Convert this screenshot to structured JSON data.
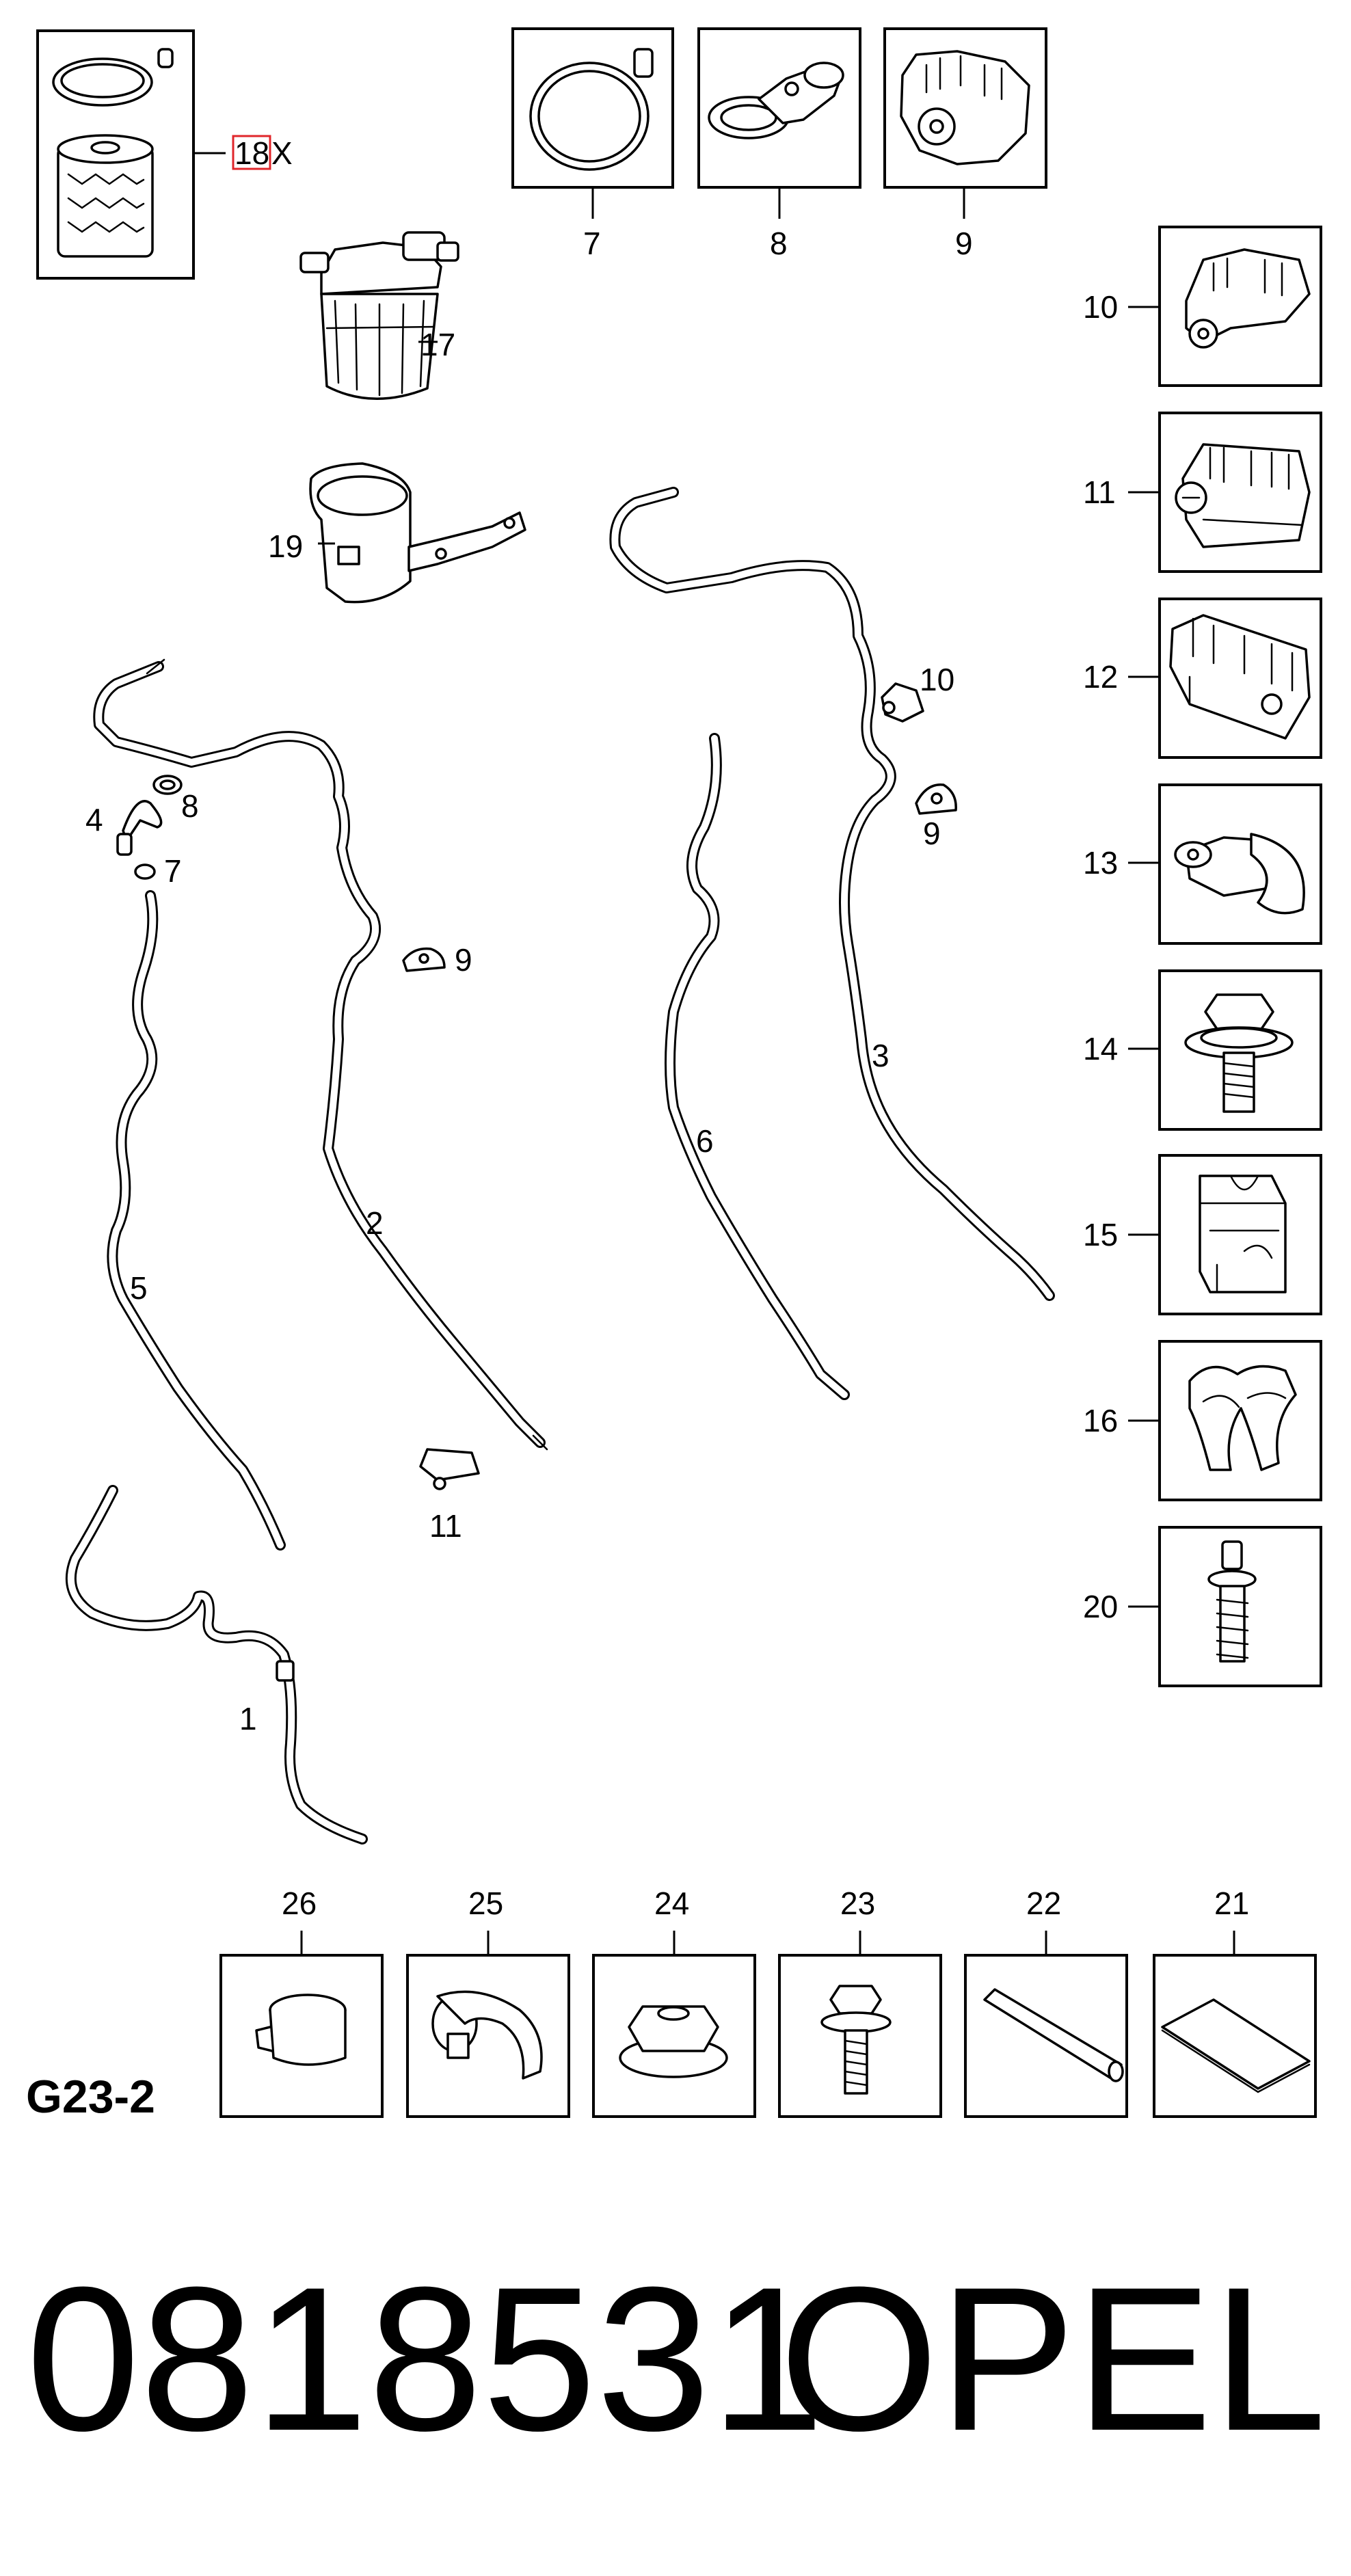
{
  "diagram": {
    "code": "G23-2",
    "callouts": {
      "hose_1": "1",
      "hose_2": "2",
      "hose_3": "3",
      "ring_4": "4",
      "hose_5": "5",
      "hose_6": "6",
      "clamp_7": "7",
      "clip_8": "8",
      "clip_9": "9",
      "clip_10": "10",
      "clip_11": "11",
      "filter_17": "17",
      "bracket_19": "19"
    },
    "filter_kit": {
      "label": "18",
      "suffix": "X"
    },
    "top_boxes": [
      "7",
      "8",
      "9"
    ],
    "right_boxes": [
      "10",
      "11",
      "12",
      "13",
      "14",
      "15",
      "16",
      "20"
    ],
    "bottom_boxes": [
      "26",
      "25",
      "24",
      "23",
      "22",
      "21"
    ],
    "highlight_color": "#e0262b"
  },
  "footer": {
    "part_number": "0818531",
    "brand": "OPEL"
  }
}
